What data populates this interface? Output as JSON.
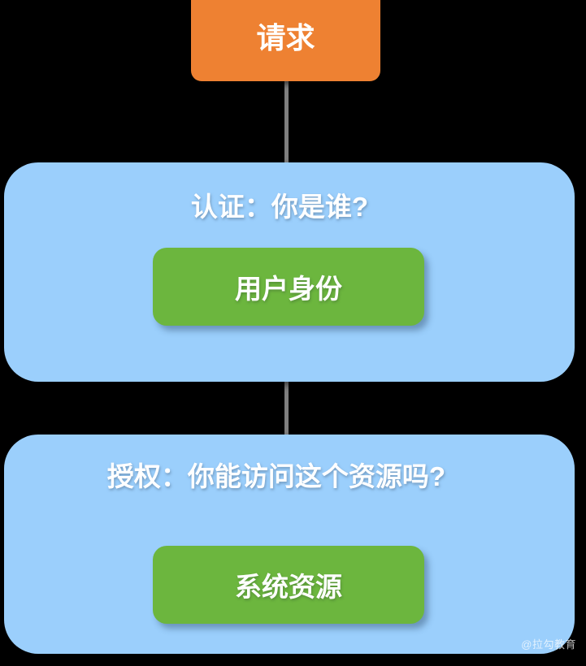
{
  "diagram": {
    "title_node": {
      "label": "请求",
      "color": "#ee8132"
    },
    "phases": [
      {
        "label": "认证：你是谁?",
        "color": "#9bcffc",
        "node": {
          "label": "用户身份",
          "color": "#6cb63e"
        }
      },
      {
        "label": "授权：你能访问这个资源吗?",
        "color": "#9bcffc",
        "node": {
          "label": "系统资源",
          "color": "#6cb63e"
        }
      }
    ],
    "connector_color": "#7f7f7f",
    "background_color": "#000000"
  },
  "watermark": {
    "text": "@拉勾教育"
  }
}
